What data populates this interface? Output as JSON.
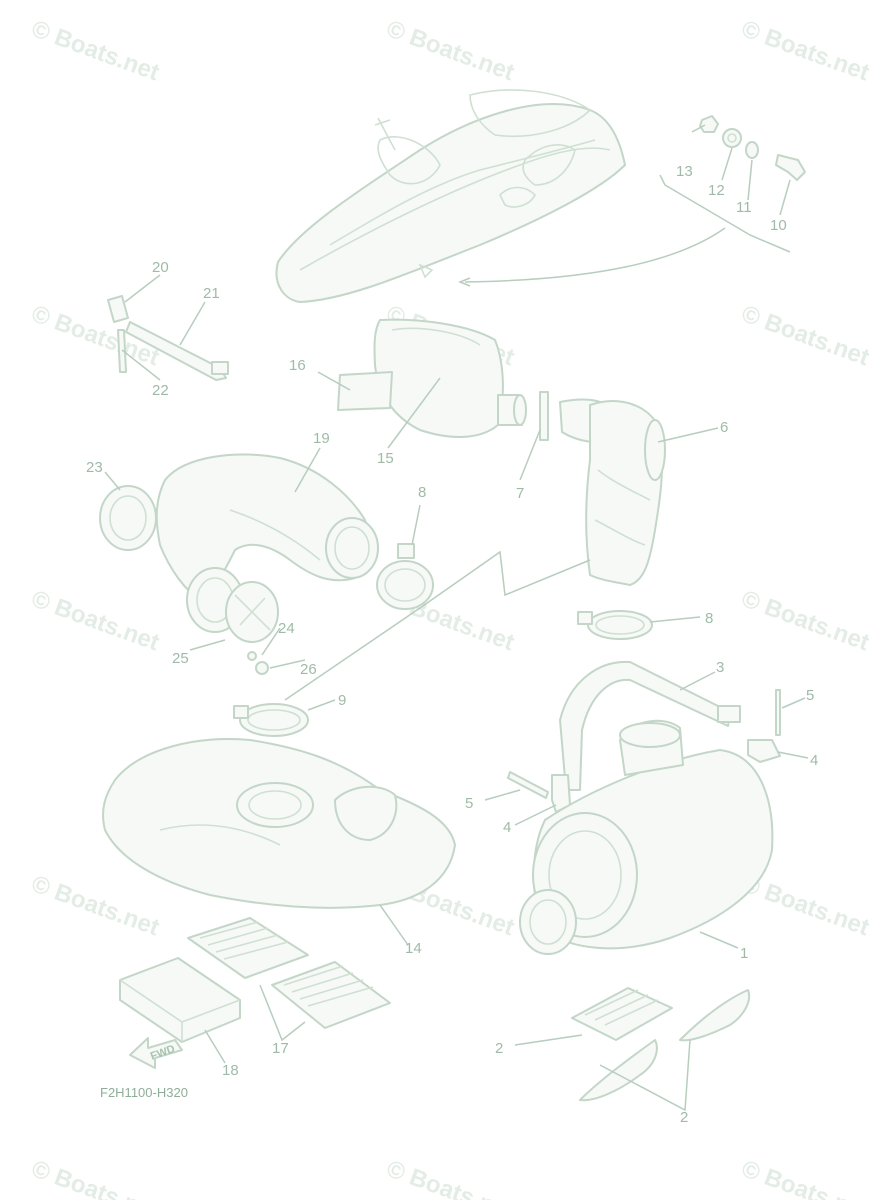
{
  "diagram": {
    "figure_code": "F2H1100-H320",
    "watermark_text": "© Boats.net",
    "fwd_label": "FWD",
    "callouts": [
      "1",
      "2",
      "2",
      "2",
      "3",
      "4",
      "4",
      "5",
      "5",
      "6",
      "7",
      "8",
      "8",
      "9",
      "10",
      "11",
      "12",
      "13",
      "14",
      "15",
      "16",
      "17",
      "18",
      "19",
      "20",
      "21",
      "22",
      "23",
      "24",
      "25",
      "26"
    ],
    "colors": {
      "line": "#c3d6c8",
      "text": "#9fbba7",
      "watermark": "#e3ece5"
    }
  }
}
